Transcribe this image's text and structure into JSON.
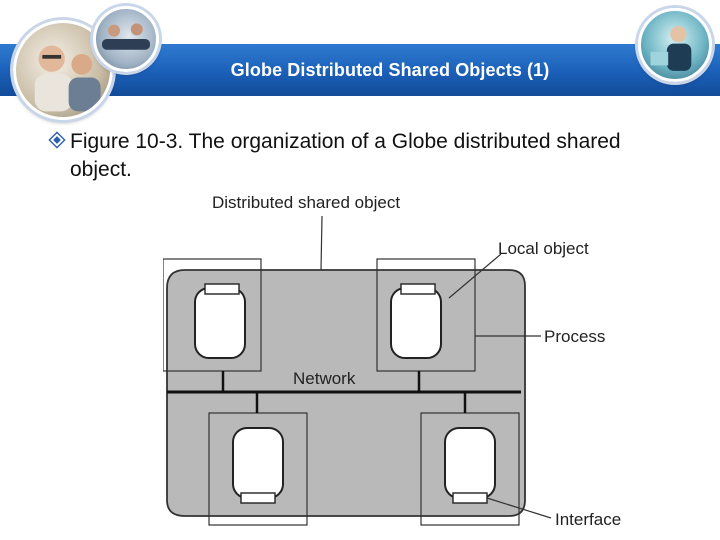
{
  "slide": {
    "title": "Globe Distributed Shared Objects (1)",
    "bullet_text": "Figure 10-3. The organization of a Globe distributed shared object.",
    "bullet_icon": "diamond-bullet-icon",
    "accent_color": "#1b5fb8",
    "bullet_color": "#2a5db0"
  },
  "diagram": {
    "labels": {
      "top": "Distributed shared object",
      "local_object": "Local object",
      "process": "Process",
      "network": "Network",
      "interface": "Interface"
    },
    "fill_color": "#b9b9b9"
  }
}
